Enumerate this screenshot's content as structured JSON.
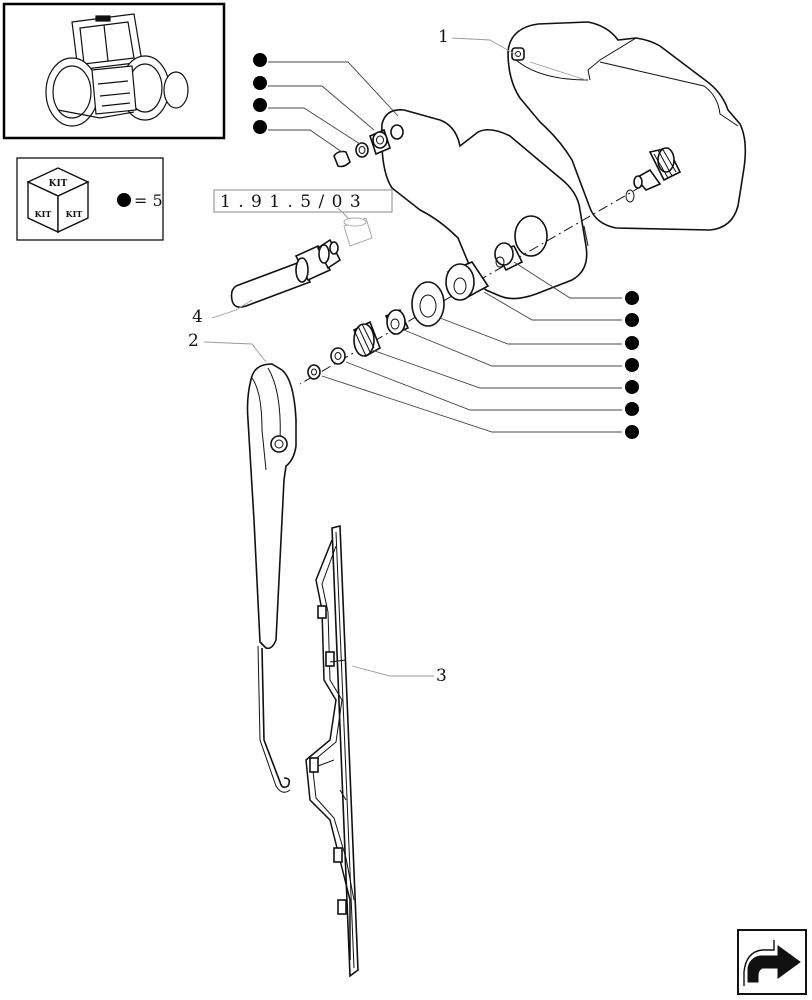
{
  "kit": {
    "face_label_top": "KIT",
    "face_label_left": "KIT",
    "face_label_right": "KIT",
    "equals_text": "= 5"
  },
  "reference_code": "1 . 9 1 . 5 / 0 3",
  "callouts": {
    "motor": "1",
    "wiper_arm": "2",
    "wiper_blade": "3",
    "spindle": "4"
  },
  "colors": {
    "line": "#111111",
    "leader_grey": "#9a9a9a",
    "kit_marker": "#000000"
  },
  "icons": {
    "thumbnail": "tractor-rear-view-icon",
    "kit_box": "kit-cube-icon",
    "kit_marker": "filled-dot-icon",
    "navigation": "next-page-arrow-icon"
  }
}
